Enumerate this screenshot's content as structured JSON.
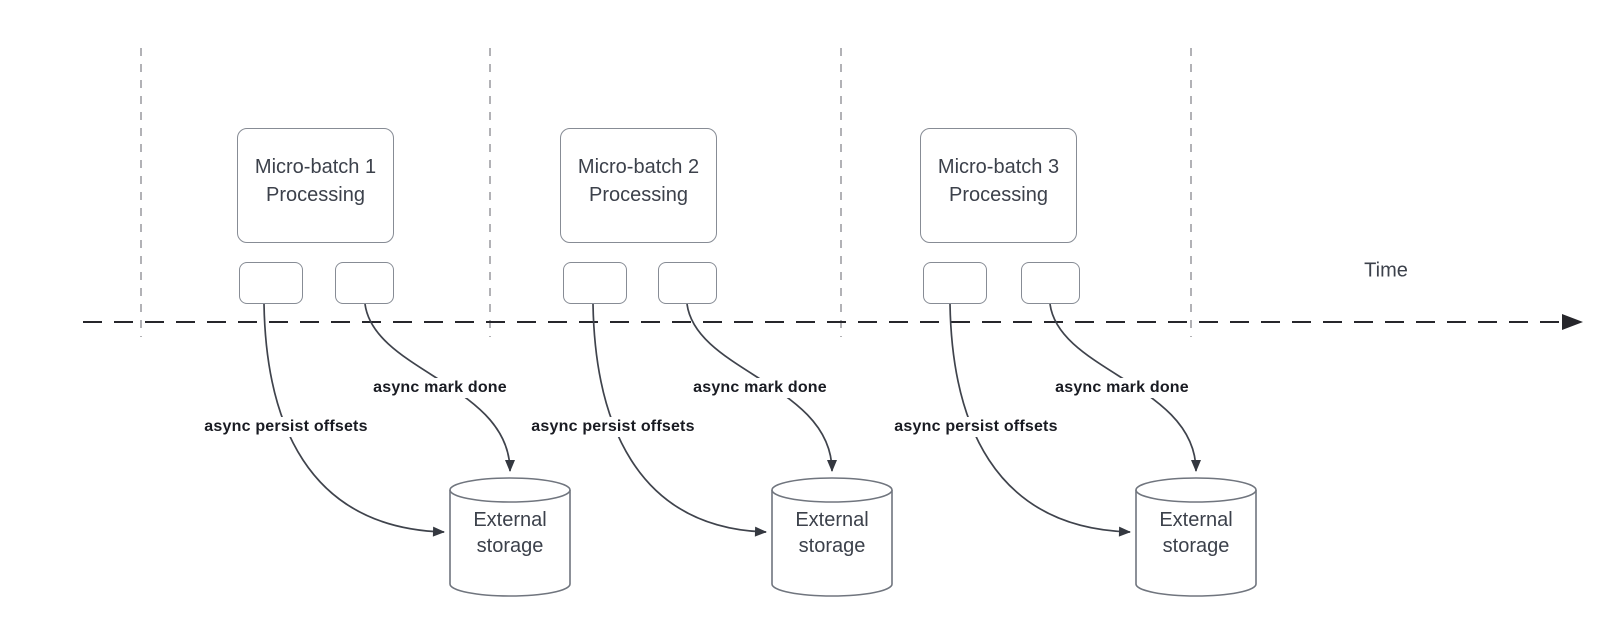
{
  "diagram": {
    "time_axis_label": "Time",
    "batches": [
      {
        "box_line1": "Micro-batch 1",
        "box_line2": "Processing",
        "persist_label": "async persist offsets",
        "mark_done_label": "async mark done",
        "storage_line1": "External",
        "storage_line2": "storage"
      },
      {
        "box_line1": "Micro-batch 2",
        "box_line2": "Processing",
        "persist_label": "async persist offsets",
        "mark_done_label": "async mark done",
        "storage_line1": "External",
        "storage_line2": "storage"
      },
      {
        "box_line1": "Micro-batch 3",
        "box_line2": "Processing",
        "persist_label": "async persist offsets",
        "mark_done_label": "async mark done",
        "storage_line1": "External",
        "storage_line2": "storage"
      }
    ],
    "colors": {
      "background": "#ffffff",
      "shape_border": "#878c95",
      "shape_text": "#3c414b",
      "edge_stroke": "#3f434c",
      "arrowhead_fill": "#343840",
      "edge_label_text": "#191b22",
      "time_axis": "#26262b",
      "lane_divider": "#aaaaae"
    }
  }
}
